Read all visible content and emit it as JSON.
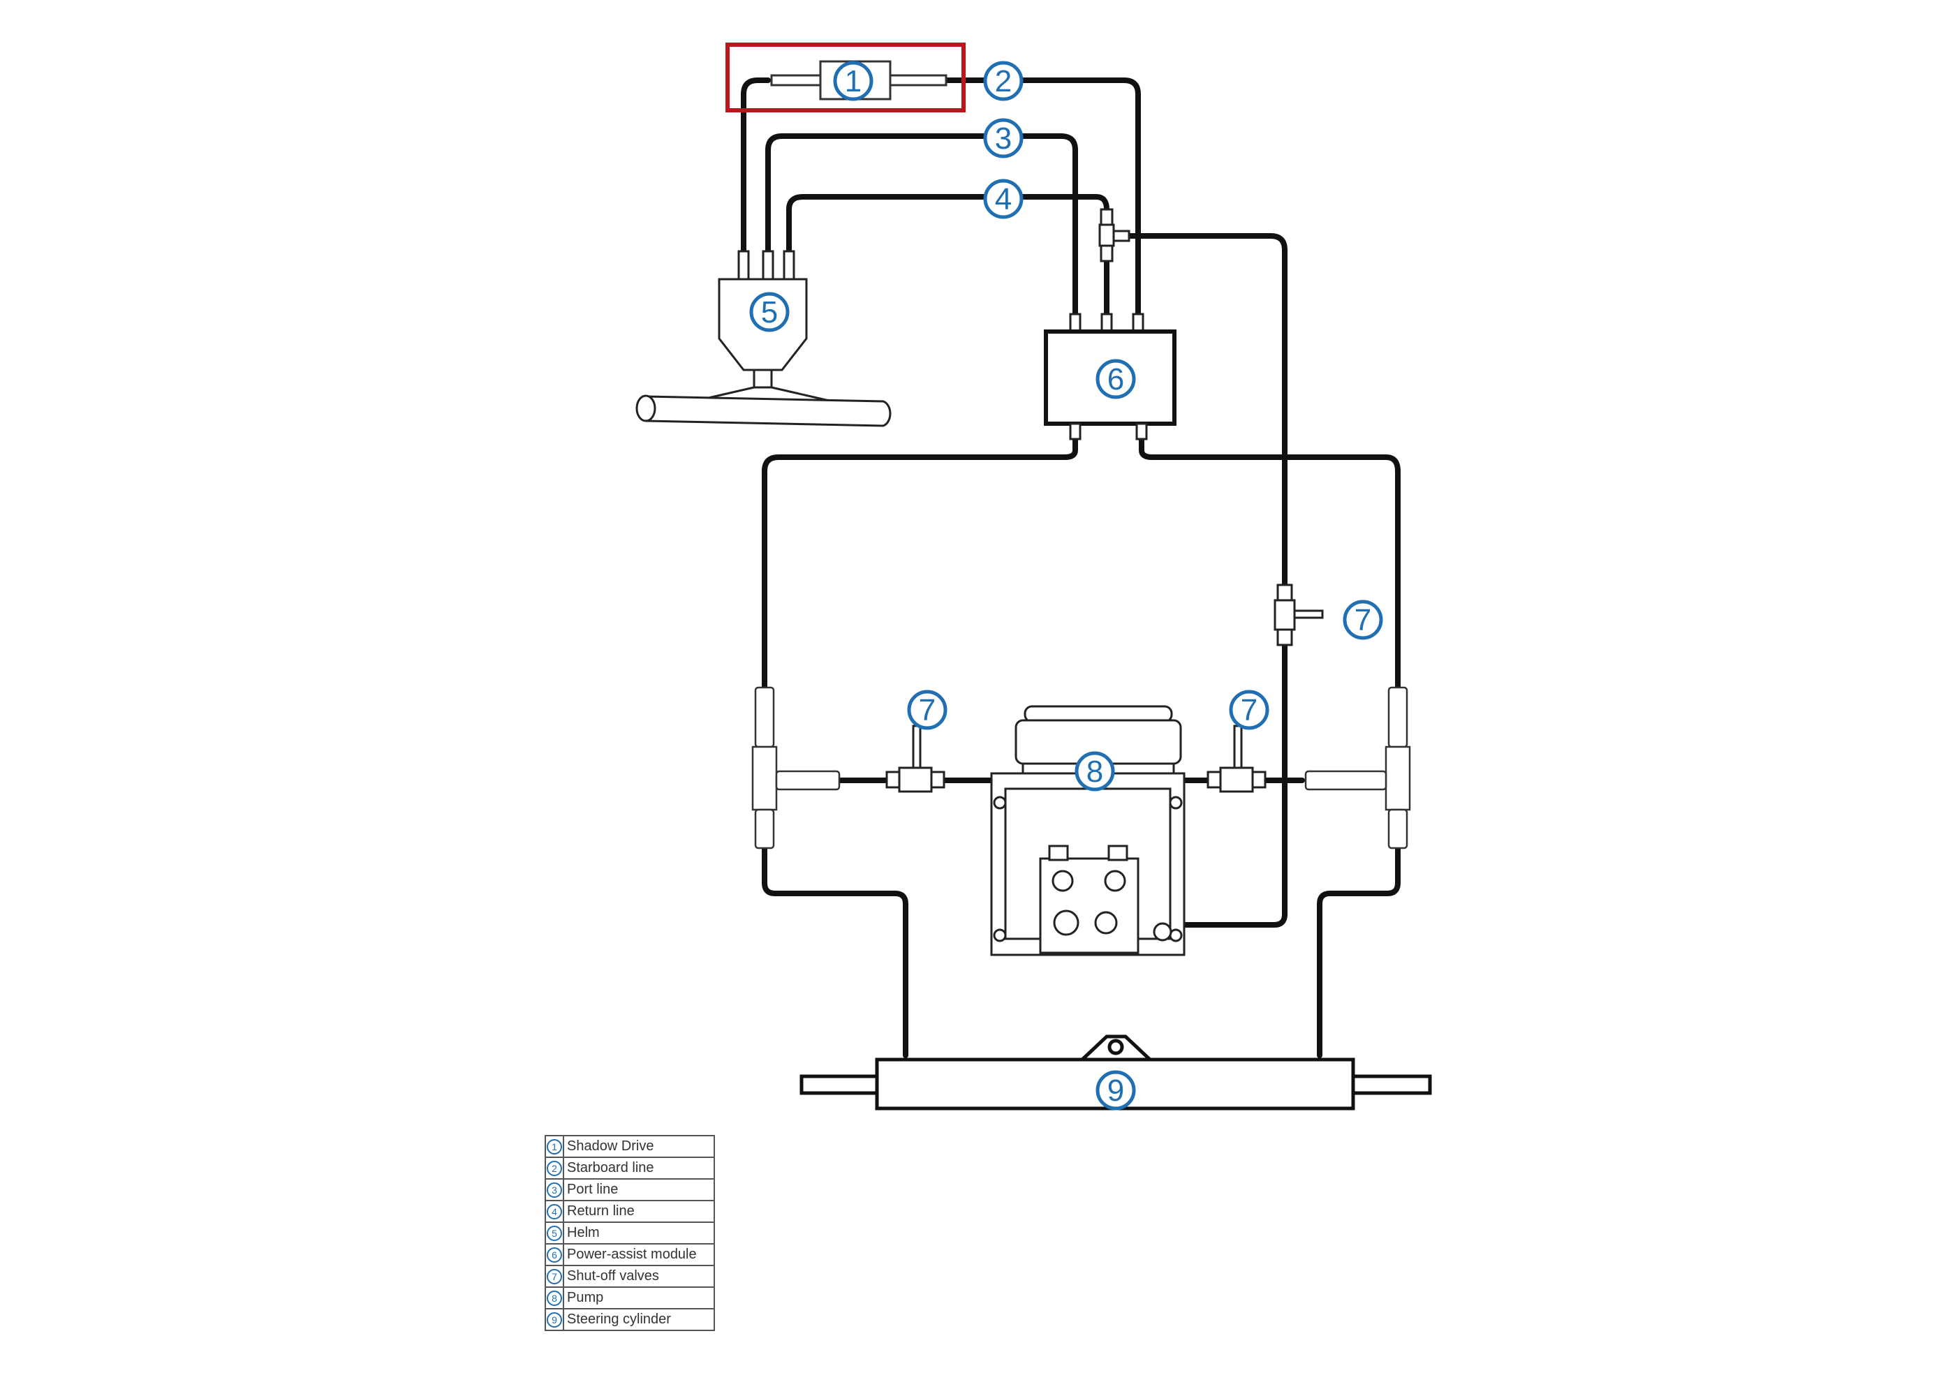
{
  "callouts": {
    "c1": "1",
    "c2": "2",
    "c3": "3",
    "c4": "4",
    "c5": "5",
    "c6": "6",
    "c7a": "7",
    "c7b": "7",
    "c7c": "7",
    "c8": "8",
    "c9": "9"
  },
  "legend": [
    {
      "num": "1",
      "label": "Shadow Drive"
    },
    {
      "num": "2",
      "label": "Starboard line"
    },
    {
      "num": "3",
      "label": "Port line"
    },
    {
      "num": "4",
      "label": "Return line"
    },
    {
      "num": "5",
      "label": "Helm"
    },
    {
      "num": "6",
      "label": "Power-assist module"
    },
    {
      "num": "7",
      "label": "Shut-off valves"
    },
    {
      "num": "8",
      "label": "Pump"
    },
    {
      "num": "9",
      "label": "Steering cylinder"
    }
  ],
  "colors": {
    "line": "#111111",
    "callout": "#1f6fb2",
    "highlight": "#c0141c"
  }
}
